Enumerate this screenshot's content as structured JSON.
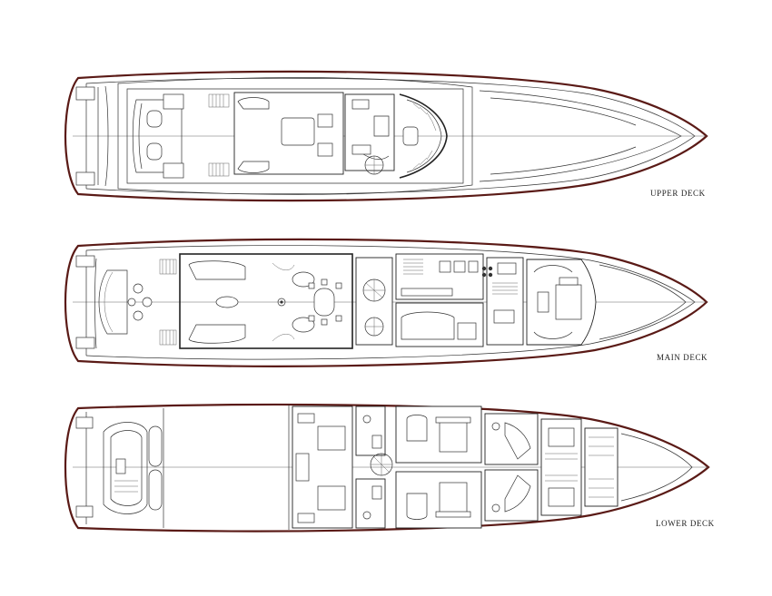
{
  "diagram": {
    "decks": [
      {
        "id": "upper",
        "label": "UPPER DECK"
      },
      {
        "id": "main",
        "label": "MAIN DECK"
      },
      {
        "id": "lower",
        "label": "LOWER DECK"
      }
    ],
    "colors": {
      "hull_outline": "#5a1a16",
      "linework": "#333333",
      "background": "#ffffff"
    }
  }
}
